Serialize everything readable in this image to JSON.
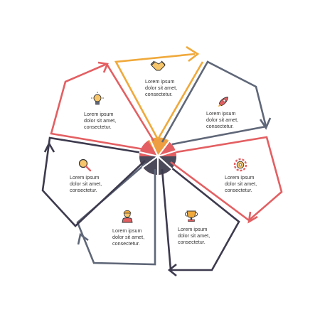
{
  "center": {
    "colors": [
      "#e35f62",
      "#4a4a5a",
      "#f0a93b",
      "#5a6478"
    ]
  },
  "segments": [
    {
      "id": "top",
      "color": "#f0a93b",
      "icon": "handshake-icon",
      "lines": [
        "Lorem ipsum",
        "dolor sit amet,",
        "consectetur."
      ]
    },
    {
      "id": "top-right",
      "color": "#5f6778",
      "icon": "rocket-icon",
      "lines": [
        "Lorem ipsum",
        "dolor sit amet,",
        "consectetur."
      ]
    },
    {
      "id": "right",
      "color": "#e35f62",
      "icon": "gear-icon",
      "lines": [
        "Lorem ipsum",
        "dolor sit amet,",
        "consectetur."
      ]
    },
    {
      "id": "bottom-right",
      "color": "#3d3a4e",
      "icon": "trophy-icon",
      "lines": [
        "Lorem ipsum",
        "dolor sit amet,",
        "consectetur."
      ]
    },
    {
      "id": "bottom-left",
      "color": "#5f6778",
      "icon": "person-icon",
      "lines": [
        "Lorem ipsum",
        "dolor sit amet,",
        "consectetur."
      ]
    },
    {
      "id": "left",
      "color": "#3d3a4e",
      "icon": "search-icon",
      "lines": [
        "Lorem ipsum",
        "dolor sit amet,",
        "consectetur."
      ]
    },
    {
      "id": "top-left",
      "color": "#e35f62",
      "icon": "lightbulb-icon",
      "lines": [
        "Lorem ipsum",
        "dolor sit amet,",
        "consectetur."
      ]
    }
  ]
}
